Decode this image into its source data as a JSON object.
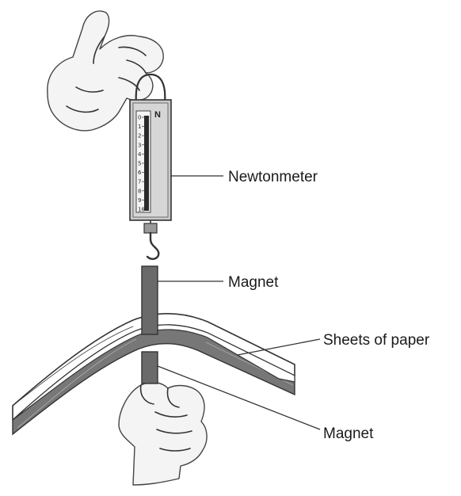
{
  "labels": {
    "newtonmeter": "Newtonmeter",
    "magnet_upper": "Magnet",
    "sheets": "Sheets of paper",
    "magnet_lower": "Magnet"
  },
  "newtonmeter": {
    "unit": "N",
    "scale": [
      "0",
      "1",
      "2",
      "3",
      "4",
      "5",
      "6",
      "7",
      "8",
      "9",
      "10"
    ]
  }
}
